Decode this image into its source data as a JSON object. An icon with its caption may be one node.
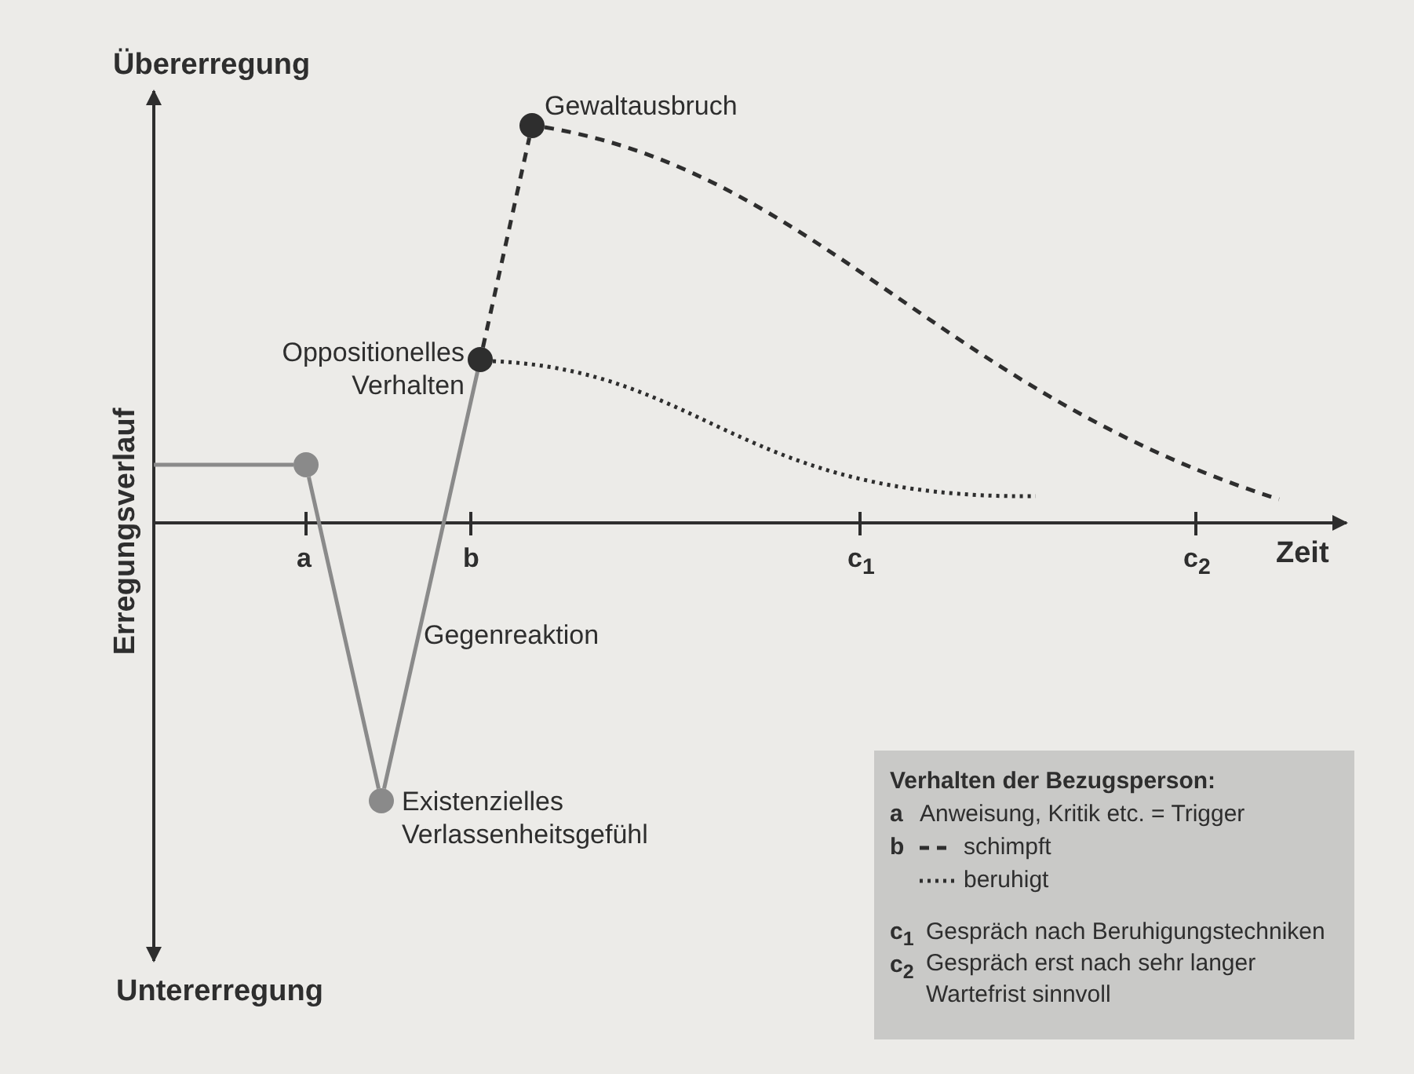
{
  "diagram": {
    "nodes": [
      {
        "text": [],
        "shape": "circle"
      },
      {
        "text": [],
        "shape": "circle",
        "beside": [
          "Existenzielles Verlassenheitsgefühl"
        ]
      },
      {
        "text": [],
        "shape": "circle",
        "beside": [
          "Oppositionelles Verhalten"
        ]
      },
      {
        "text": [],
        "shape": "circle",
        "beside": [
          "Gewaltausbruch"
        ]
      }
    ],
    "edges": [
      {
        "from": 0,
        "to": 1,
        "arrow": "none"
      },
      {
        "from": 1,
        "to": 2,
        "arrow": "none",
        "label": "Gegenreaktion"
      },
      {
        "from": 2,
        "to": 3,
        "arrow": "none",
        "style": "dashed",
        "color": "#2e2e2e"
      }
    ],
    "labels": [
      "Übererregung",
      "Erregungsverlauf",
      "Untererregung",
      "a",
      "b",
      "c$_{1}$",
      "c$_{2}$",
      "Zeit",
      "Verhalten der Bezugsperson:",
      "a",
      "Anweisung, Kritik etc. = Trigger",
      "b",
      "c$_{1}$",
      "Gespräch nach Beruhigungstechniken",
      "c$_{2}$",
      "Gespräch erst nach sehr langer Wartefrist sinnvoll"
    ],
    "legend": [
      {
        "text": "schimpft"
      },
      {
        "text": "beruhigt"
      }
    ]
  }
}
